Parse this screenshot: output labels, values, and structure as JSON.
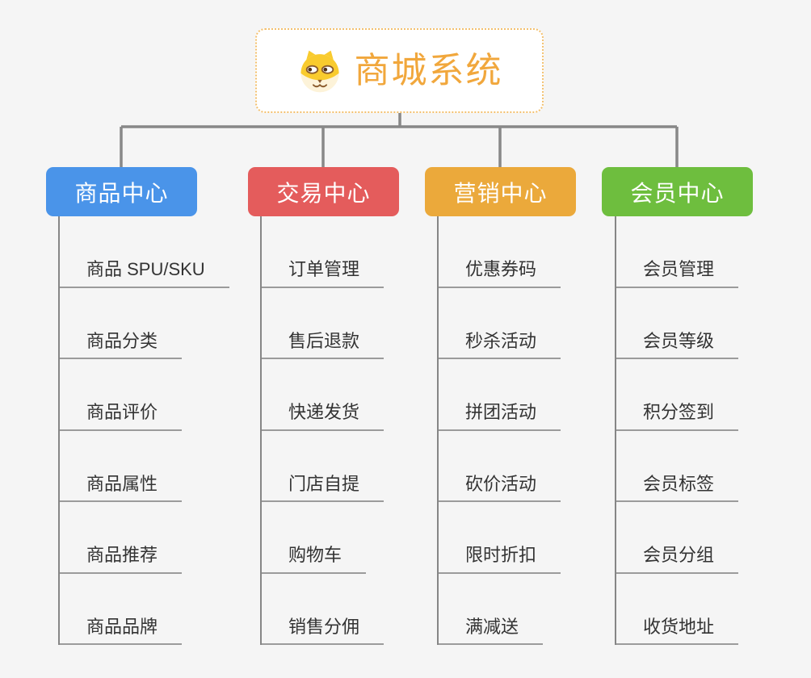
{
  "root": {
    "title": "商城系统",
    "icon": "dog-face"
  },
  "branches": [
    {
      "label": "商品中心",
      "color": "#4A94E9",
      "items": [
        "商品 SPU/SKU",
        "商品分类",
        "商品评价",
        "商品属性",
        "商品推荐",
        "商品品牌"
      ]
    },
    {
      "label": "交易中心",
      "color": "#E45C5C",
      "items": [
        "订单管理",
        "售后退款",
        "快递发货",
        "门店自提",
        "购物车",
        "销售分佣"
      ]
    },
    {
      "label": "营销中心",
      "color": "#EBA93B",
      "items": [
        "优惠券码",
        "秒杀活动",
        "拼团活动",
        "砍价活动",
        "限时折扣",
        "满减送"
      ]
    },
    {
      "label": "会员中心",
      "color": "#6EBE3E",
      "items": [
        "会员管理",
        "会员等级",
        "积分签到",
        "会员标签",
        "会员分组",
        "收货地址"
      ]
    }
  ],
  "colors": {
    "background": "#F5F5F5",
    "connector": "#888888",
    "column_line": "#868686",
    "item_underline": "#9B9B9B",
    "root_border": "#F3C06E",
    "root_text": "#F1A73C",
    "node_text": "#FFFFFF",
    "item_text": "#333333"
  }
}
